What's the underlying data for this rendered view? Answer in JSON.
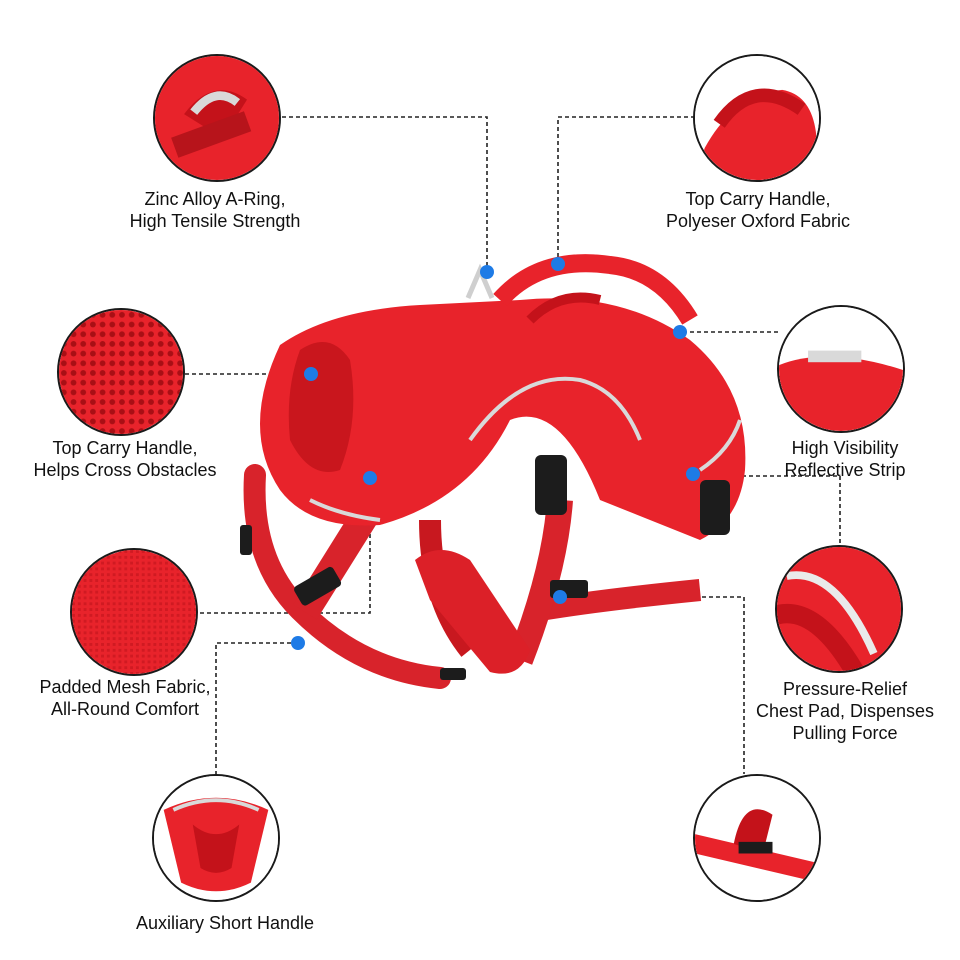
{
  "callouts": {
    "a_ring": {
      "line1": "Zinc Alloy A-Ring,",
      "line2": "High Tensile Strength"
    },
    "top_handle": {
      "line1": "Top Carry Handle,",
      "line2": "Polyeser Oxford Fabric"
    },
    "obstacles": {
      "line1": "Top Carry Handle,",
      "line2": "Helps Cross Obstacles"
    },
    "reflective": {
      "line1": "High Visibility",
      "line2": "Reflective Strip"
    },
    "mesh": {
      "line1": "Padded Mesh Fabric,",
      "line2": "All-Round Comfort"
    },
    "chest_pad": {
      "line1": "Pressure-Relief",
      "line2": "Chest Pad, Dispenses",
      "line3": "Pulling Force"
    },
    "short_handle": {
      "line1": "Auxiliary Short Handle"
    }
  },
  "colors": {
    "harness_red": "#e8232b",
    "harness_dark": "#c4121a",
    "buckle": "#1c1c1c",
    "marker": "#1e7be6",
    "reflective": "#d9d9d9"
  }
}
